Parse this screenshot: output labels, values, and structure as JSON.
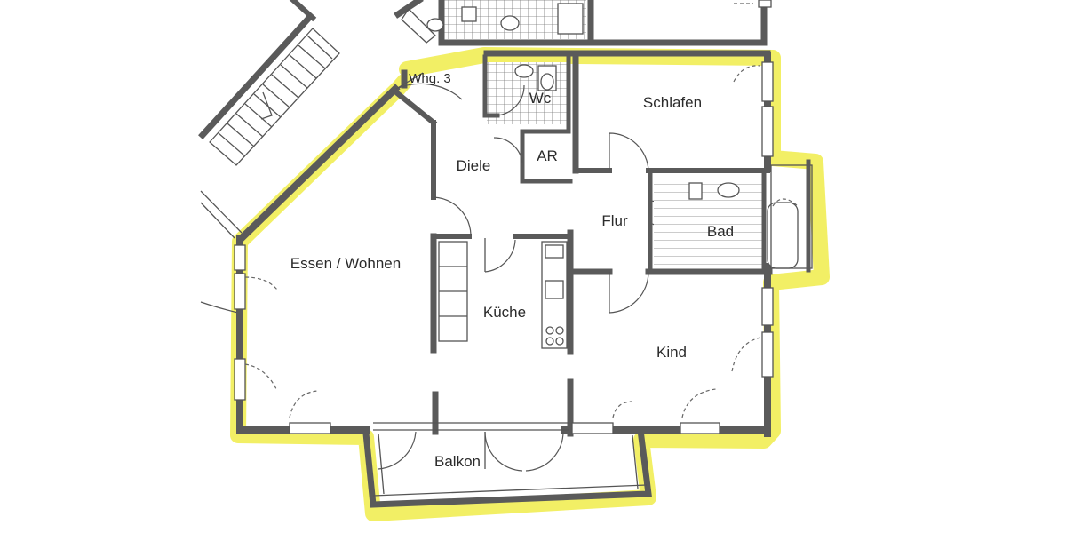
{
  "plan": {
    "unit_label": "Whg. 3",
    "rooms": {
      "wc": "Wc",
      "ar": "AR",
      "diele": "Diele",
      "schlafen": "Schlafen",
      "flur": "Flur",
      "bad": "Bad",
      "essen_wohnen": "Essen / Wohnen",
      "kueche": "Küche",
      "kind": "Kind",
      "balkon": "Balkon"
    },
    "colors": {
      "wall": "#5a5a5a",
      "highlight": "#f0ec4a",
      "background": "#ffffff"
    }
  }
}
